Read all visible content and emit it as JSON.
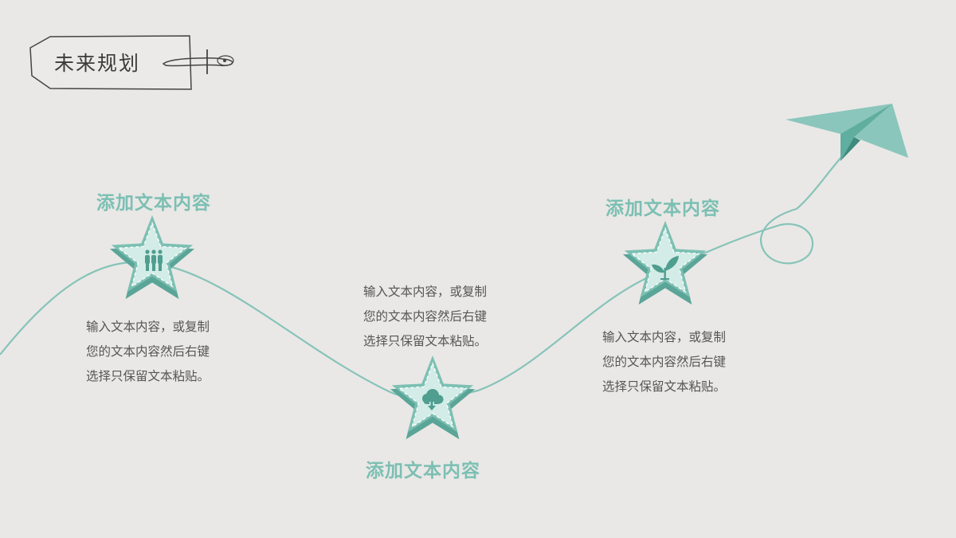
{
  "slide": {
    "title": "未来规划",
    "background": "#e9e8e6",
    "accent": "#7cbfb3",
    "accent_dark": "#4f9e90"
  },
  "items": [
    {
      "heading": "添加文本内容",
      "icon": "people-icon",
      "lines": [
        "输入文本内容，或复制",
        "您的文本内容然后右键",
        "选择只保留文本粘贴。"
      ]
    },
    {
      "heading": "添加文本内容",
      "icon": "cloud-download-icon",
      "lines": [
        "输入文本内容，或复制",
        "您的文本内容然后右键",
        "选择只保留文本粘贴。"
      ]
    },
    {
      "heading": "添加文本内容",
      "icon": "sprout-icon",
      "lines": [
        "输入文本内容，或复制",
        "您的文本内容然后右键",
        "选择只保留文本粘贴。"
      ]
    }
  ]
}
